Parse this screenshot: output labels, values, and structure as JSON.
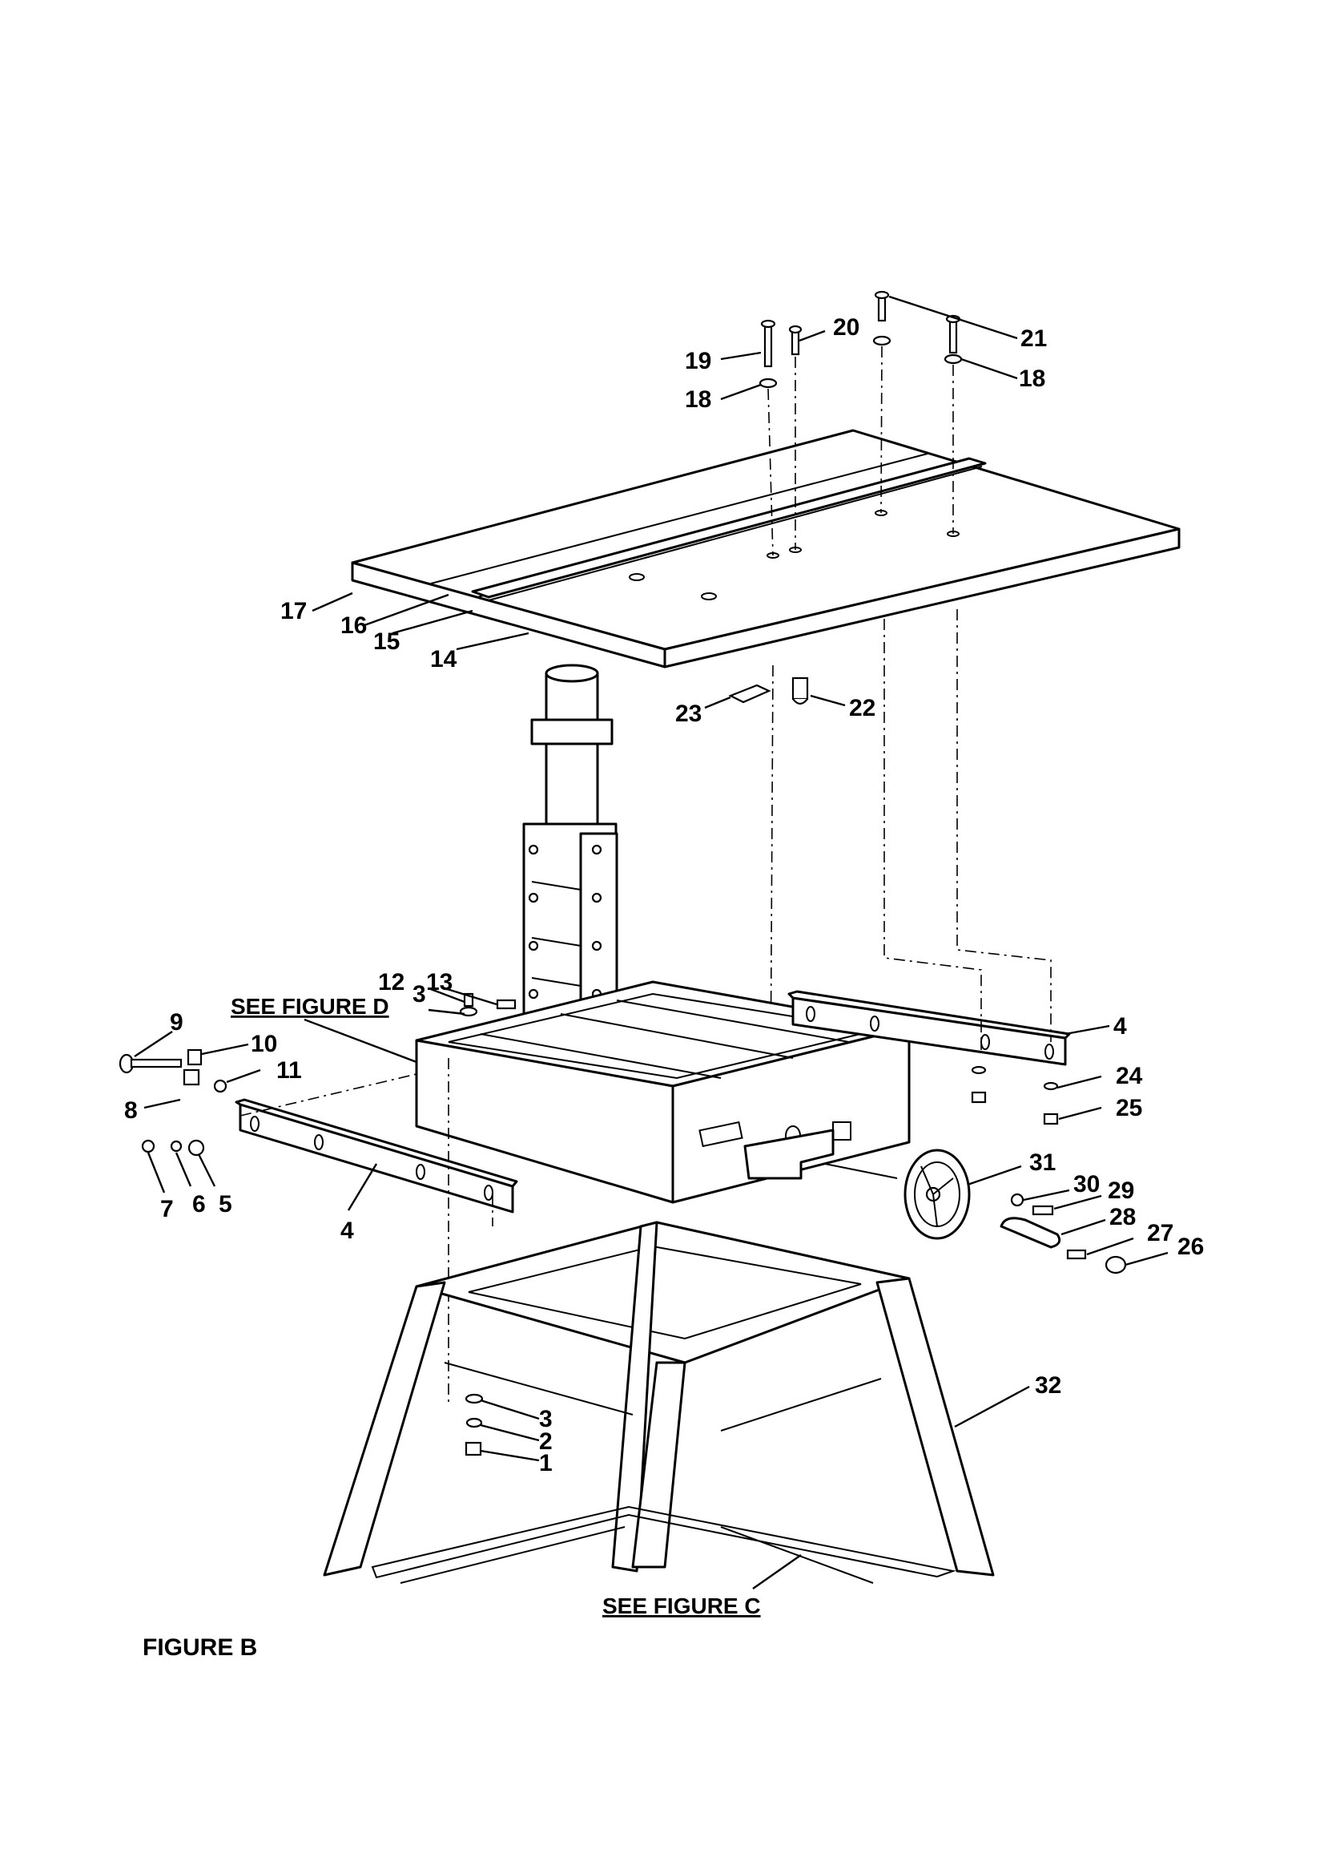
{
  "figure_label": "FIGURE B",
  "references": {
    "figure_d": "SEE FIGURE D",
    "figure_c": "SEE FIGURE C"
  },
  "callouts": [
    "1",
    "2",
    "3",
    "3",
    "4",
    "4",
    "5",
    "6",
    "7",
    "8",
    "9",
    "10",
    "11",
    "12",
    "13",
    "14",
    "15",
    "16",
    "17",
    "18",
    "18",
    "19",
    "20",
    "21",
    "22",
    "23",
    "24",
    "25",
    "26",
    "27",
    "28",
    "29",
    "30",
    "31",
    "32"
  ]
}
